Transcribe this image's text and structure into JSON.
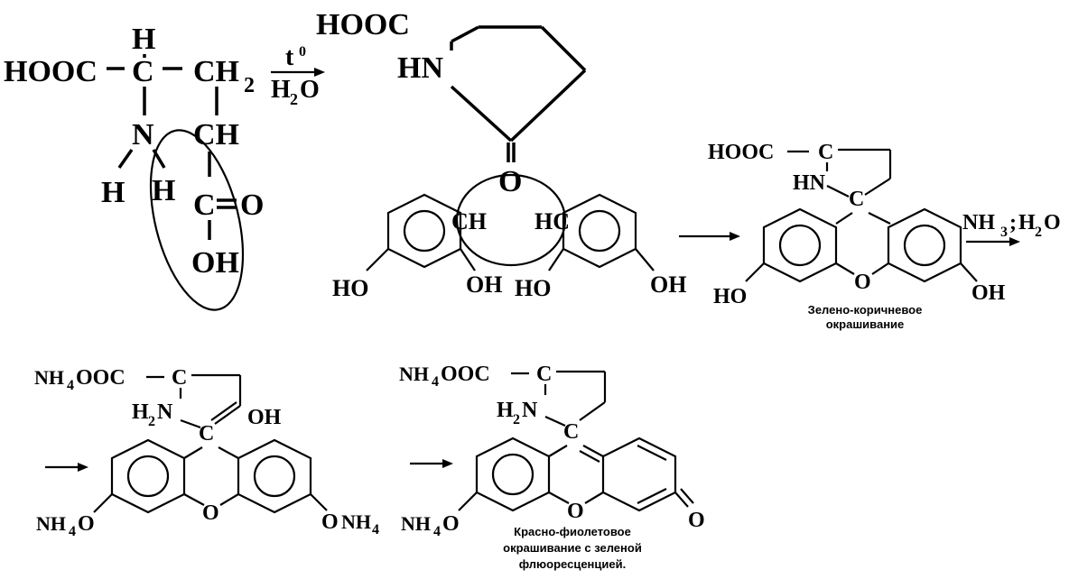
{
  "reaction1": {
    "condition_top": "t",
    "condition_top_sup": "0",
    "condition_bottom": "H",
    "condition_bottom_sub": "2",
    "condition_bottom_end": "O"
  },
  "labels": {
    "hooc": "HOOC",
    "h": "H",
    "c": "C",
    "ch": "CH",
    "ch2_main": "CH",
    "ch2_sub": "2",
    "n": "N",
    "o": "O",
    "oh": "OH",
    "ho": "HO",
    "hn": "HN",
    "hc": "HC",
    "dash": "–",
    "eq": "=",
    "nh": "NH",
    "nh4_main": "NH",
    "nh4_sub": "4",
    "ooc": "OOC",
    "h2": "H",
    "sub2": "2",
    "sub3": "3",
    "semicolon": ";",
    "water_main": "H",
    "water_end": "O",
    "onh4_o": "O",
    "onh4_nh": "NH"
  },
  "captions": {
    "product1_line1": "Зелено-коричневое",
    "product1_line2": "окрашивание",
    "product3_line1": "Красно-фиолетовое",
    "product3_line2": "окрашивание с зеленой",
    "product3_line3": "флюоресценцией."
  }
}
